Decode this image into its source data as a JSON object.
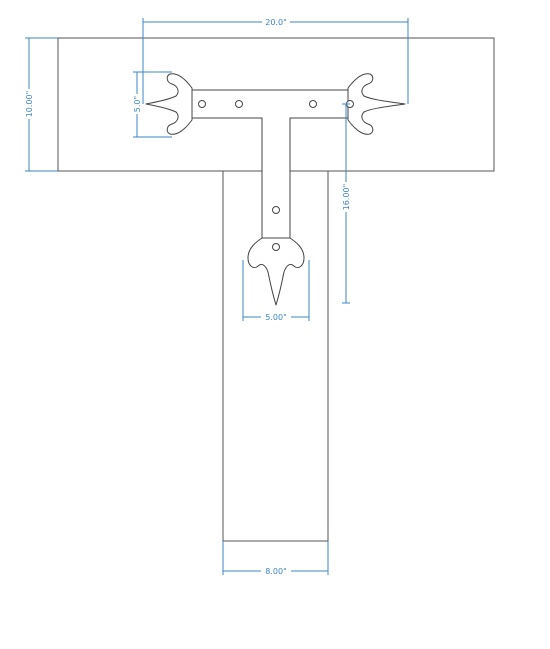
{
  "dimensions": {
    "top_width": "20.0\"",
    "board_height": "10.00\"",
    "fleur_height": "5.0\"",
    "strap_length": "16.00\"",
    "bottom_fleur_width": "5.00\"",
    "post_width": "8.00\""
  },
  "colors": {
    "dimension": "#3b86c6",
    "outline": "#555555",
    "background": "#ffffff"
  }
}
